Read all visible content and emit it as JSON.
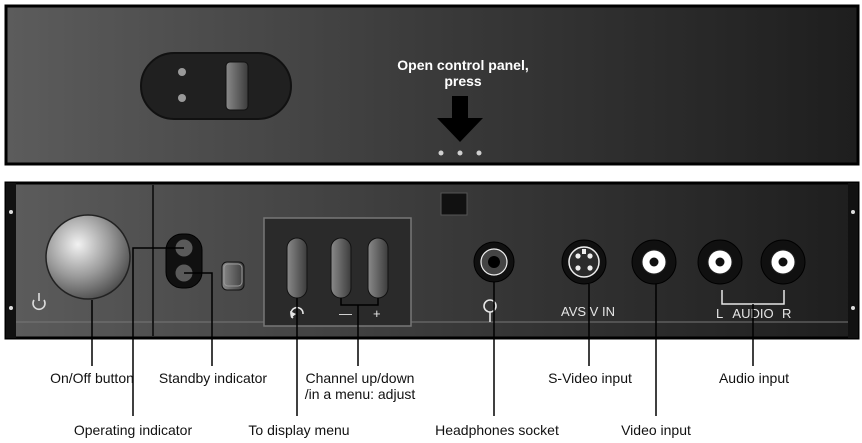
{
  "top_panel": {
    "instruction_line1": "Open control panel,",
    "instruction_line2": "press"
  },
  "front_panel": {
    "power_symbol": "power-icon",
    "menu_symbol": "return-arrow-icon",
    "minus_mark": "—",
    "plus_mark": "+",
    "headphone_symbol": "headphones-icon",
    "svideo_mark": "AVS V IN",
    "audio_l": "L",
    "audio_word": "AUDIO",
    "audio_r": "R"
  },
  "labels": {
    "on_off_button": "On/Off button",
    "operating_indicator": "Operating indicator",
    "standby_indicator": "Standby indicator",
    "to_display_menu": "To display menu",
    "channel_line1": "Channel up/down",
    "channel_line2": "/in a menu: adjust",
    "headphones_socket": "Headphones socket",
    "svideo_input": "S-Video input",
    "video_input": "Video input",
    "audio_input": "Audio input"
  },
  "colors": {
    "panel_dark": "#2f2f2f",
    "panel_light": "#5a5a5a",
    "text_on_panel": "#ffffff",
    "label_text": "#111111"
  }
}
